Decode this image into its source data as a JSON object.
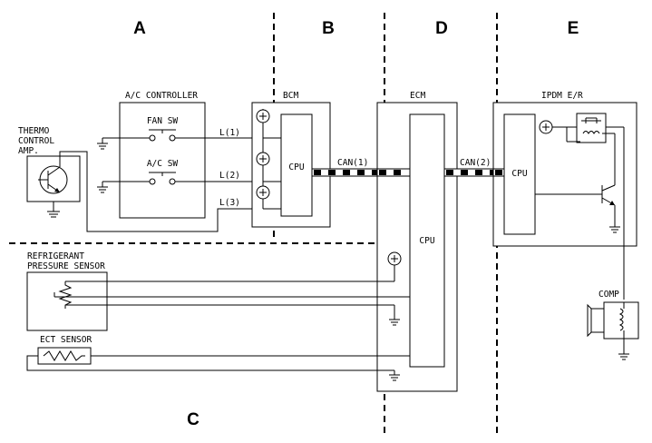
{
  "sections": {
    "a": "A",
    "b": "B",
    "c": "C",
    "d": "D",
    "e": "E"
  },
  "labels": {
    "ac_controller": "A/C CONTROLLER",
    "fan_sw": "FAN SW",
    "ac_sw": "A/C SW",
    "thermo_1": "THERMO",
    "thermo_2": "CONTROL",
    "thermo_3": "AMP.",
    "l1": "L(1)",
    "l2": "L(2)",
    "l3": "L(3)",
    "bcm": "BCM",
    "bcm_cpu": "CPU",
    "can1": "CAN(1)",
    "ecm": "ECM",
    "ecm_cpu": "CPU",
    "can2": "CAN(2)",
    "ipdm": "IPDM E/R",
    "ipdm_cpu": "CPU",
    "refrig_1": "REFRIGERANT",
    "refrig_2": "PRESSURE SENSOR",
    "ect": "ECT SENSOR",
    "comp": "COMP"
  }
}
